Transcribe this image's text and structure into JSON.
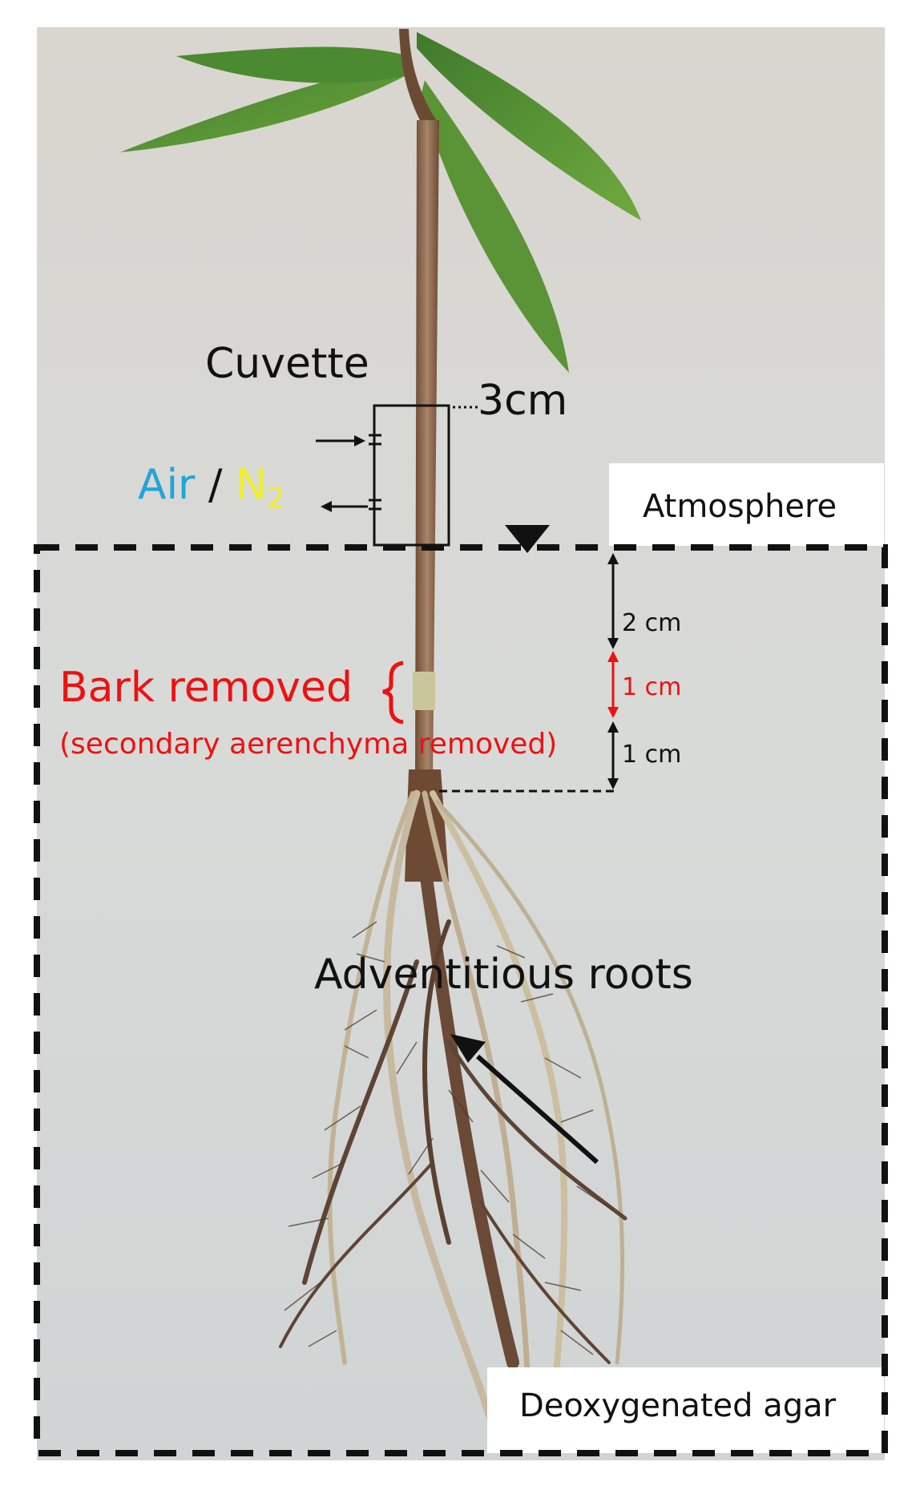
{
  "labels": {
    "cuvette": "Cuvette",
    "cuvette_length": "3cm",
    "air": "Air",
    "slash": "/",
    "n2_main": "N",
    "n2_sub": "2",
    "atmosphere": "Atmosphere",
    "dist_2cm": "2 cm",
    "dist_1cm_red": "1 cm",
    "dist_1cm": "1 cm",
    "bark_removed": "Bark removed",
    "bark_note": "(secondary aerenchyma removed)",
    "adventitious_roots": "Adventitious roots",
    "deoxygenated_agar": "Deoxygenated agar"
  },
  "colors": {
    "air": "#1fa5d8",
    "n2": "#f2ee27",
    "red_annotation": "#ee1111",
    "black": "#111111"
  },
  "icons": [
    "arrow-in-icon",
    "arrow-out-icon",
    "water-level-triangle-icon",
    "pointer-arrow-icon"
  ]
}
